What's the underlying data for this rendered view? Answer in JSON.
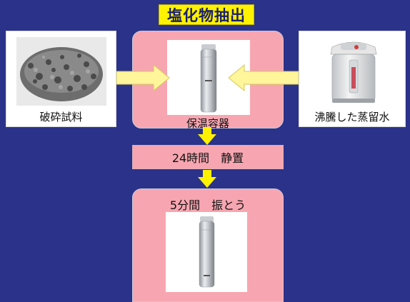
{
  "title": "塩化物抽出",
  "left_card": {
    "caption": "破砕試料",
    "image_icon": "crushed-sample-gravel"
  },
  "center_box": {
    "caption": "保温容器",
    "image_icon": "thermos-flask"
  },
  "right_card": {
    "caption": "沸騰した蒸留水",
    "image_icon": "electric-water-boiler"
  },
  "step1": {
    "label": "24時間　静置"
  },
  "step2": {
    "label": "5分間　振とう",
    "image_icon": "thermos-flask"
  },
  "colors": {
    "background": "#2b3289",
    "title_fill": "#fff200",
    "box_fill": "#f7a6b1",
    "arrow_fill": "#fff59a"
  }
}
